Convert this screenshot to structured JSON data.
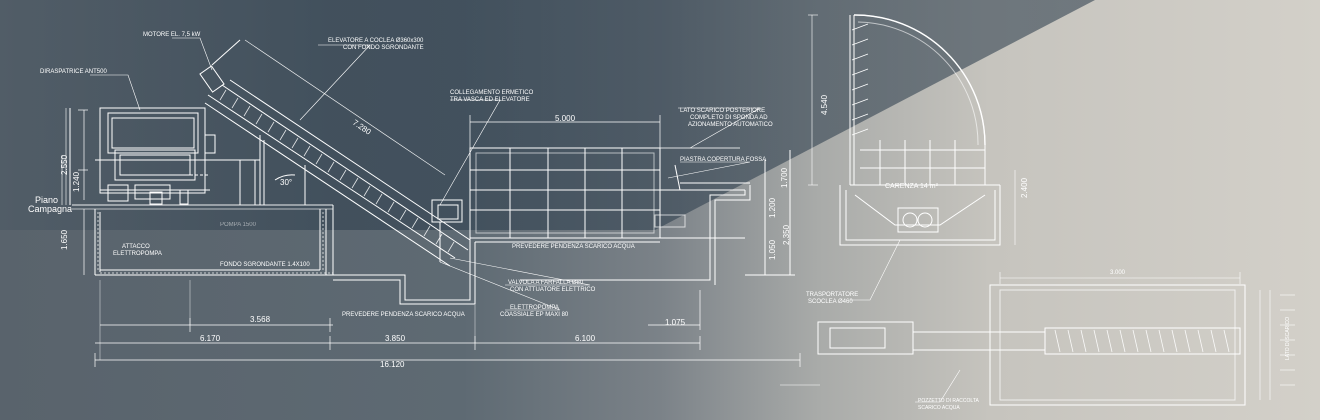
{
  "colors": {
    "bg_left": "#5a6670",
    "bg_dark": "#2e3e4d",
    "bg_light": "#cfccc5",
    "line": "#ffffff"
  },
  "labels": {
    "motore": "MOTORE EL. 7,5 kW",
    "elevatore_1": "ELEVATORE A COCLEA Ø360x300",
    "elevatore_2": "CON FONDO SGRONDANTE",
    "dirasp": "DIRASPATRICE ANT500",
    "collegamento_1": "COLLEGAMENTO ERMETICO",
    "collegamento_2": "TRA VASCA ED ELEVATORE",
    "lato_1": "LATO SCARICO POSTERIORE",
    "lato_2": "COMPLETO DI SPONDA AD",
    "lato_3": "AZIONAMENTO AUTOMATICO",
    "piastra": "PIASTRA COPERTURA FOSSA",
    "piano": "Piano",
    "campagna": "Campagna",
    "attacco_1": "ATTACCO",
    "attacco_2": "ELETTROPOMPA",
    "fondo": "FONDO SGRONDANTE 1.4X100",
    "pompa_1": "POMPA 1500",
    "prevedere_1": "PREVEDERE PENDENZA SCARICO ACQUA",
    "prevedere_2": "PREVEDERE PENDENZA SCARICO ACQUA",
    "valvola_1": "VALVOLA A FARFALLA Ø80",
    "valvola_2": "CON ATTUATORE ELETTRICO",
    "elettropompa_1": "ELETTROPOMPA",
    "elettropompa_2": "COASSIALE EP MAXI 80",
    "carenza": "CARENZA 14 m³",
    "trasportatore_1": "TRASPORTATORE",
    "trasportatore_2": "SCOCLEA Ø460",
    "lato_scarico": "LATO DI SCARICO",
    "pozzetto_1": "POZZETTO DI RACCOLTA",
    "pozzetto_2": "SCARICO ACQUA"
  },
  "dimensions": {
    "d7280": "7.280",
    "d5000": "5.000",
    "d2550": "2.550",
    "d1240": "1.240",
    "d1650": "1.650",
    "d30deg": "30°",
    "d1700": "1.700",
    "d1200": "1.200",
    "d1050": "1.050",
    "d2350": "2.350",
    "d3568": "3.568",
    "d6170": "6.170",
    "d3850": "3.850",
    "d6100": "6.100",
    "d1075": "1.075",
    "d16120": "16.120",
    "d4540": "4.540",
    "d2400": "2.400",
    "d3000": "3.000"
  }
}
